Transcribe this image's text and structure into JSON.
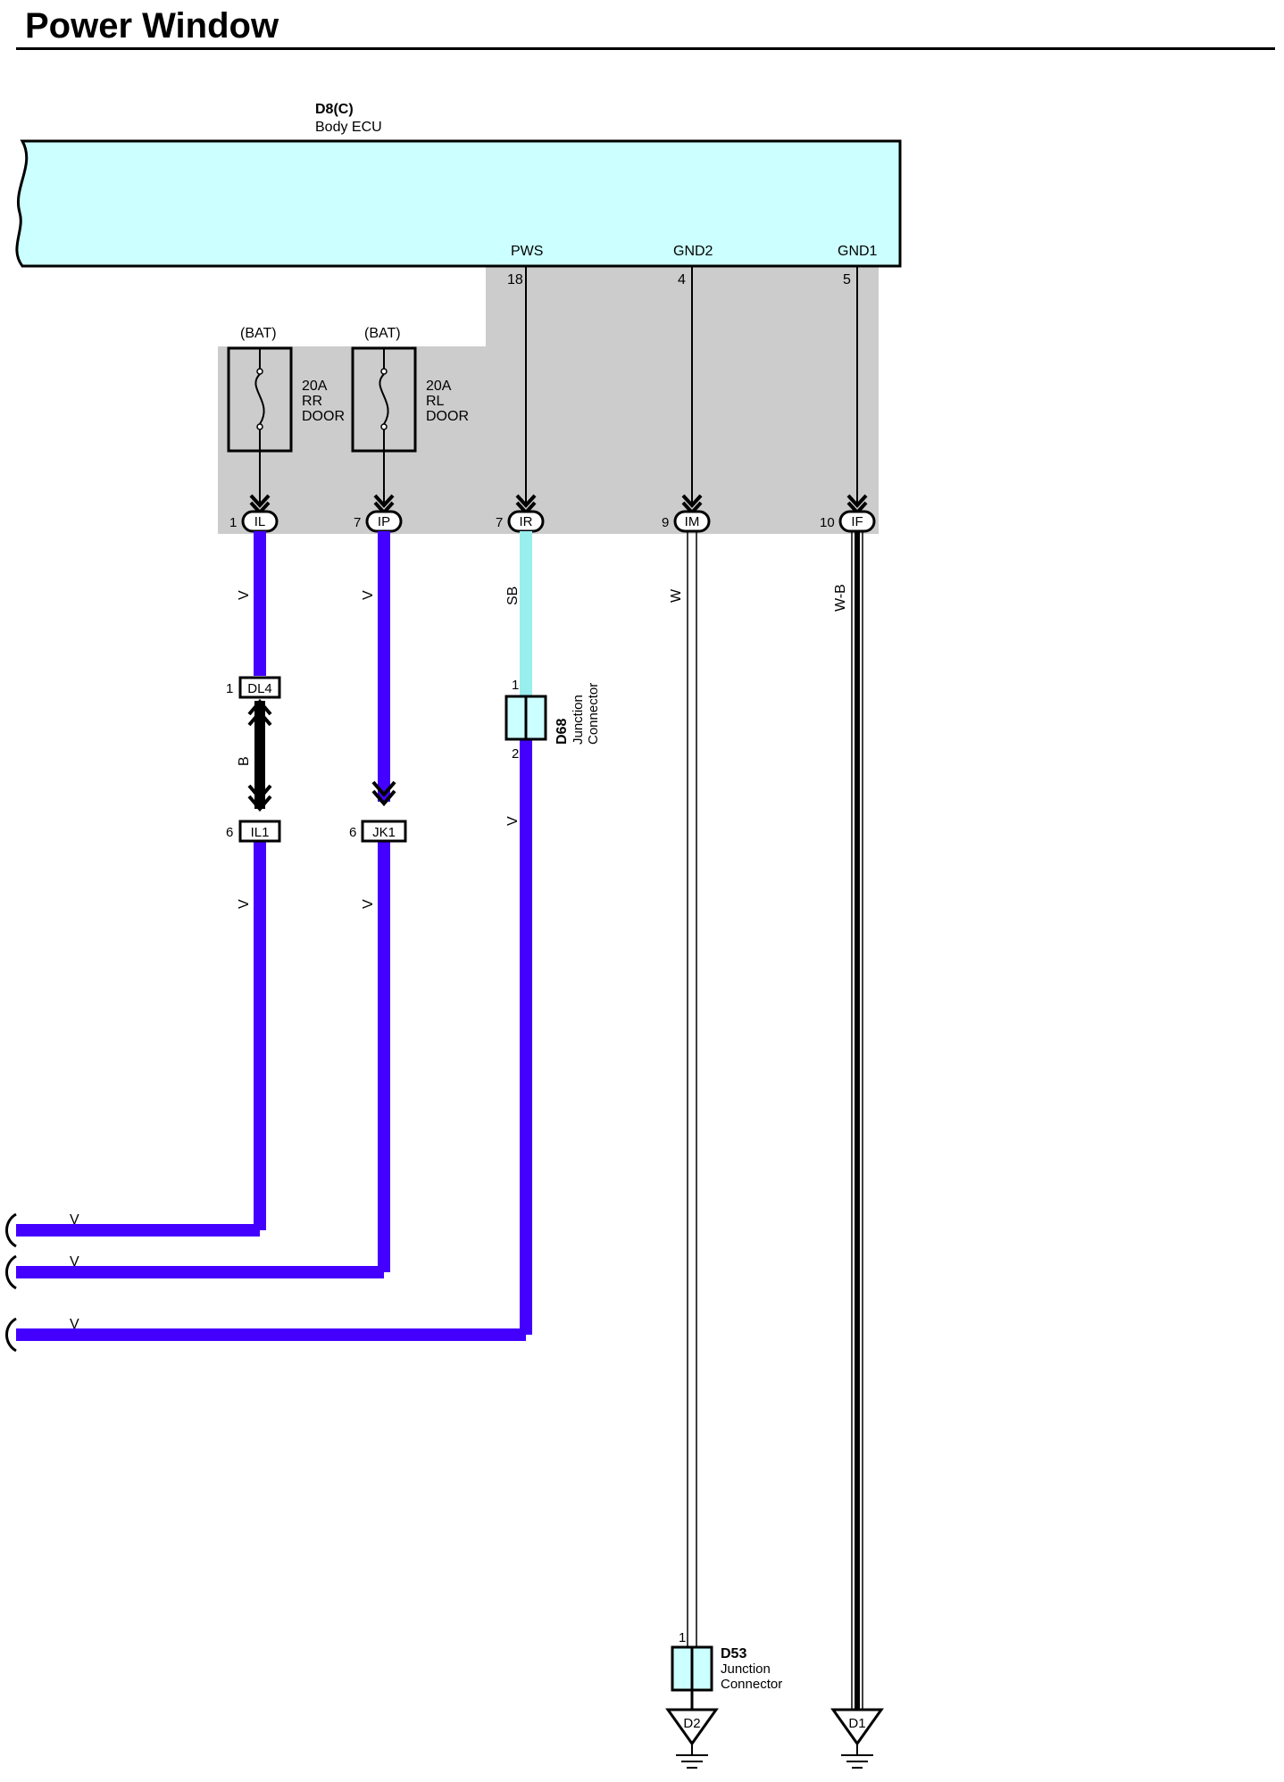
{
  "title": "Power Window",
  "ecu": {
    "code": "D8(C)",
    "name": "Body ECU",
    "terminals": [
      {
        "label": "PWS",
        "pin": "18"
      },
      {
        "label": "GND2",
        "pin": "4"
      },
      {
        "label": "GND1",
        "pin": "5"
      }
    ]
  },
  "fuses": [
    {
      "source": "(BAT)",
      "rating": "20A",
      "line2": "RR",
      "line3": "DOOR"
    },
    {
      "source": "(BAT)",
      "rating": "20A",
      "line2": "RL",
      "line3": "DOOR"
    }
  ],
  "connectors": [
    {
      "pin": "1",
      "code": "IL"
    },
    {
      "pin": "7",
      "code": "IP"
    },
    {
      "pin": "7",
      "code": "IR"
    },
    {
      "pin": "9",
      "code": "IM"
    },
    {
      "pin": "10",
      "code": "IF"
    }
  ],
  "wire_colors": {
    "w1_upper": "V",
    "w2_upper": "V",
    "w3_upper": "SB",
    "w4": "W",
    "w5": "W-B",
    "w1_mid": "B",
    "w1_lower": "V",
    "w2_lower": "V",
    "w3_lower": "V",
    "out1": "V",
    "out2": "V",
    "out3": "V"
  },
  "inline_connectors": [
    {
      "pin": "1",
      "code": "DL4"
    },
    {
      "pin": "6",
      "code": "IL1"
    },
    {
      "pin": "6",
      "code": "JK1"
    }
  ],
  "junction_d68": {
    "code": "D68",
    "line1": "Junction",
    "line2": "Connector",
    "pin_in": "1",
    "pin_out": "2"
  },
  "junction_d53": {
    "code": "D53",
    "line1": "Junction",
    "line2": "Connector",
    "pin_in": "1"
  },
  "grounds": [
    {
      "code": "D2"
    },
    {
      "code": "D1"
    }
  ],
  "colors": {
    "ecu_fill": "#ccffff",
    "shade": "#cccccc",
    "violet": "#4400ff",
    "sky_blue": "#99eeee",
    "black": "#000000"
  }
}
